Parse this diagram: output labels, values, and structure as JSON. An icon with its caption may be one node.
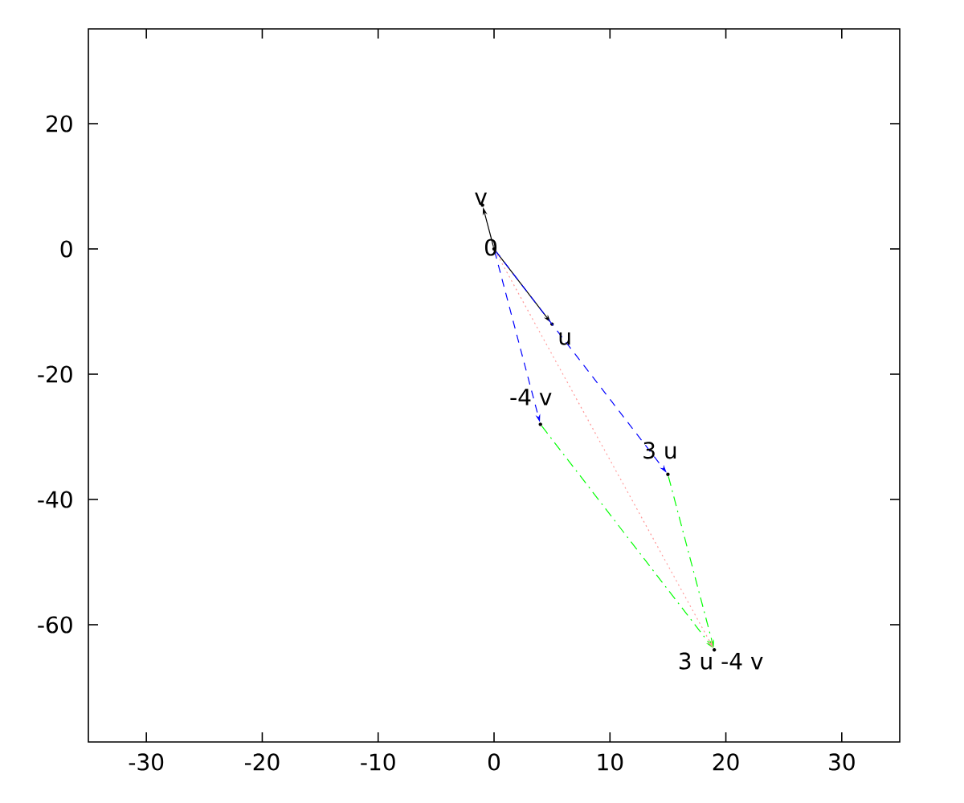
{
  "diagram": {
    "nodes": [
      {
        "text": [],
        "shape": "point",
        "beside": [
          "0"
        ]
      },
      {
        "text": [],
        "shape": "point",
        "beside": [
          "v"
        ]
      },
      {
        "text": [],
        "shape": "point",
        "beside": [
          "u"
        ]
      },
      {
        "text": [],
        "shape": "point",
        "beside": [
          "-4 v"
        ]
      },
      {
        "text": [],
        "shape": "point",
        "beside": [
          "3 u"
        ]
      },
      {
        "text": [],
        "shape": "point",
        "beside": [
          "3 u -4 v"
        ]
      }
    ],
    "edges": [
      {
        "from": 0,
        "to": 1,
        "arrow": "to"
      },
      {
        "from": 0,
        "to": 2,
        "arrow": "to"
      },
      {
        "from": 0,
        "to": 3,
        "arrow": "to",
        "style": "dashed",
        "color": "#0000ff"
      },
      {
        "from": 0,
        "to": 4,
        "arrow": "to",
        "style": "dashed",
        "color": "#0000ff"
      },
      {
        "from": 3,
        "to": 5,
        "arrow": "to",
        "style": "dashed",
        "color": "#00ff00"
      },
      {
        "from": 4,
        "to": 5,
        "arrow": "to",
        "style": "dashed",
        "color": "#00ff00"
      },
      {
        "from": 0,
        "to": 5,
        "arrow": "to",
        "style": "dashed",
        "color": "#ff9999"
      }
    ],
    "labels": [
      "20",
      "0",
      "-20",
      "-40",
      "-60",
      "-30",
      "-20",
      "-10",
      "0",
      "10",
      "20",
      "30"
    ]
  }
}
